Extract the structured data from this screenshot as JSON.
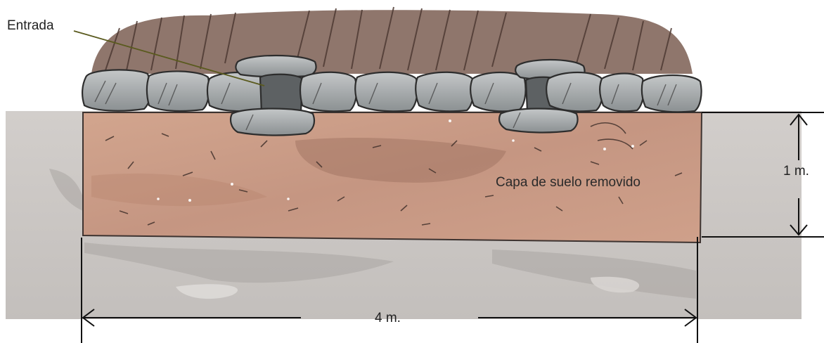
{
  "labels": {
    "entrada": "Entrada",
    "capa": "Capa de suelo removido",
    "alto": "1 m.",
    "ancho": "4 m."
  },
  "colors": {
    "ground": "#cdc9c6",
    "soil": "#c99b84",
    "soil_dark": "#9c6e5e",
    "stone": "#8f9496",
    "stone_light": "#b9bcbd",
    "grass": "#6a5147",
    "leader_line": "#5a5a1e",
    "dimension_line": "#111111"
  }
}
